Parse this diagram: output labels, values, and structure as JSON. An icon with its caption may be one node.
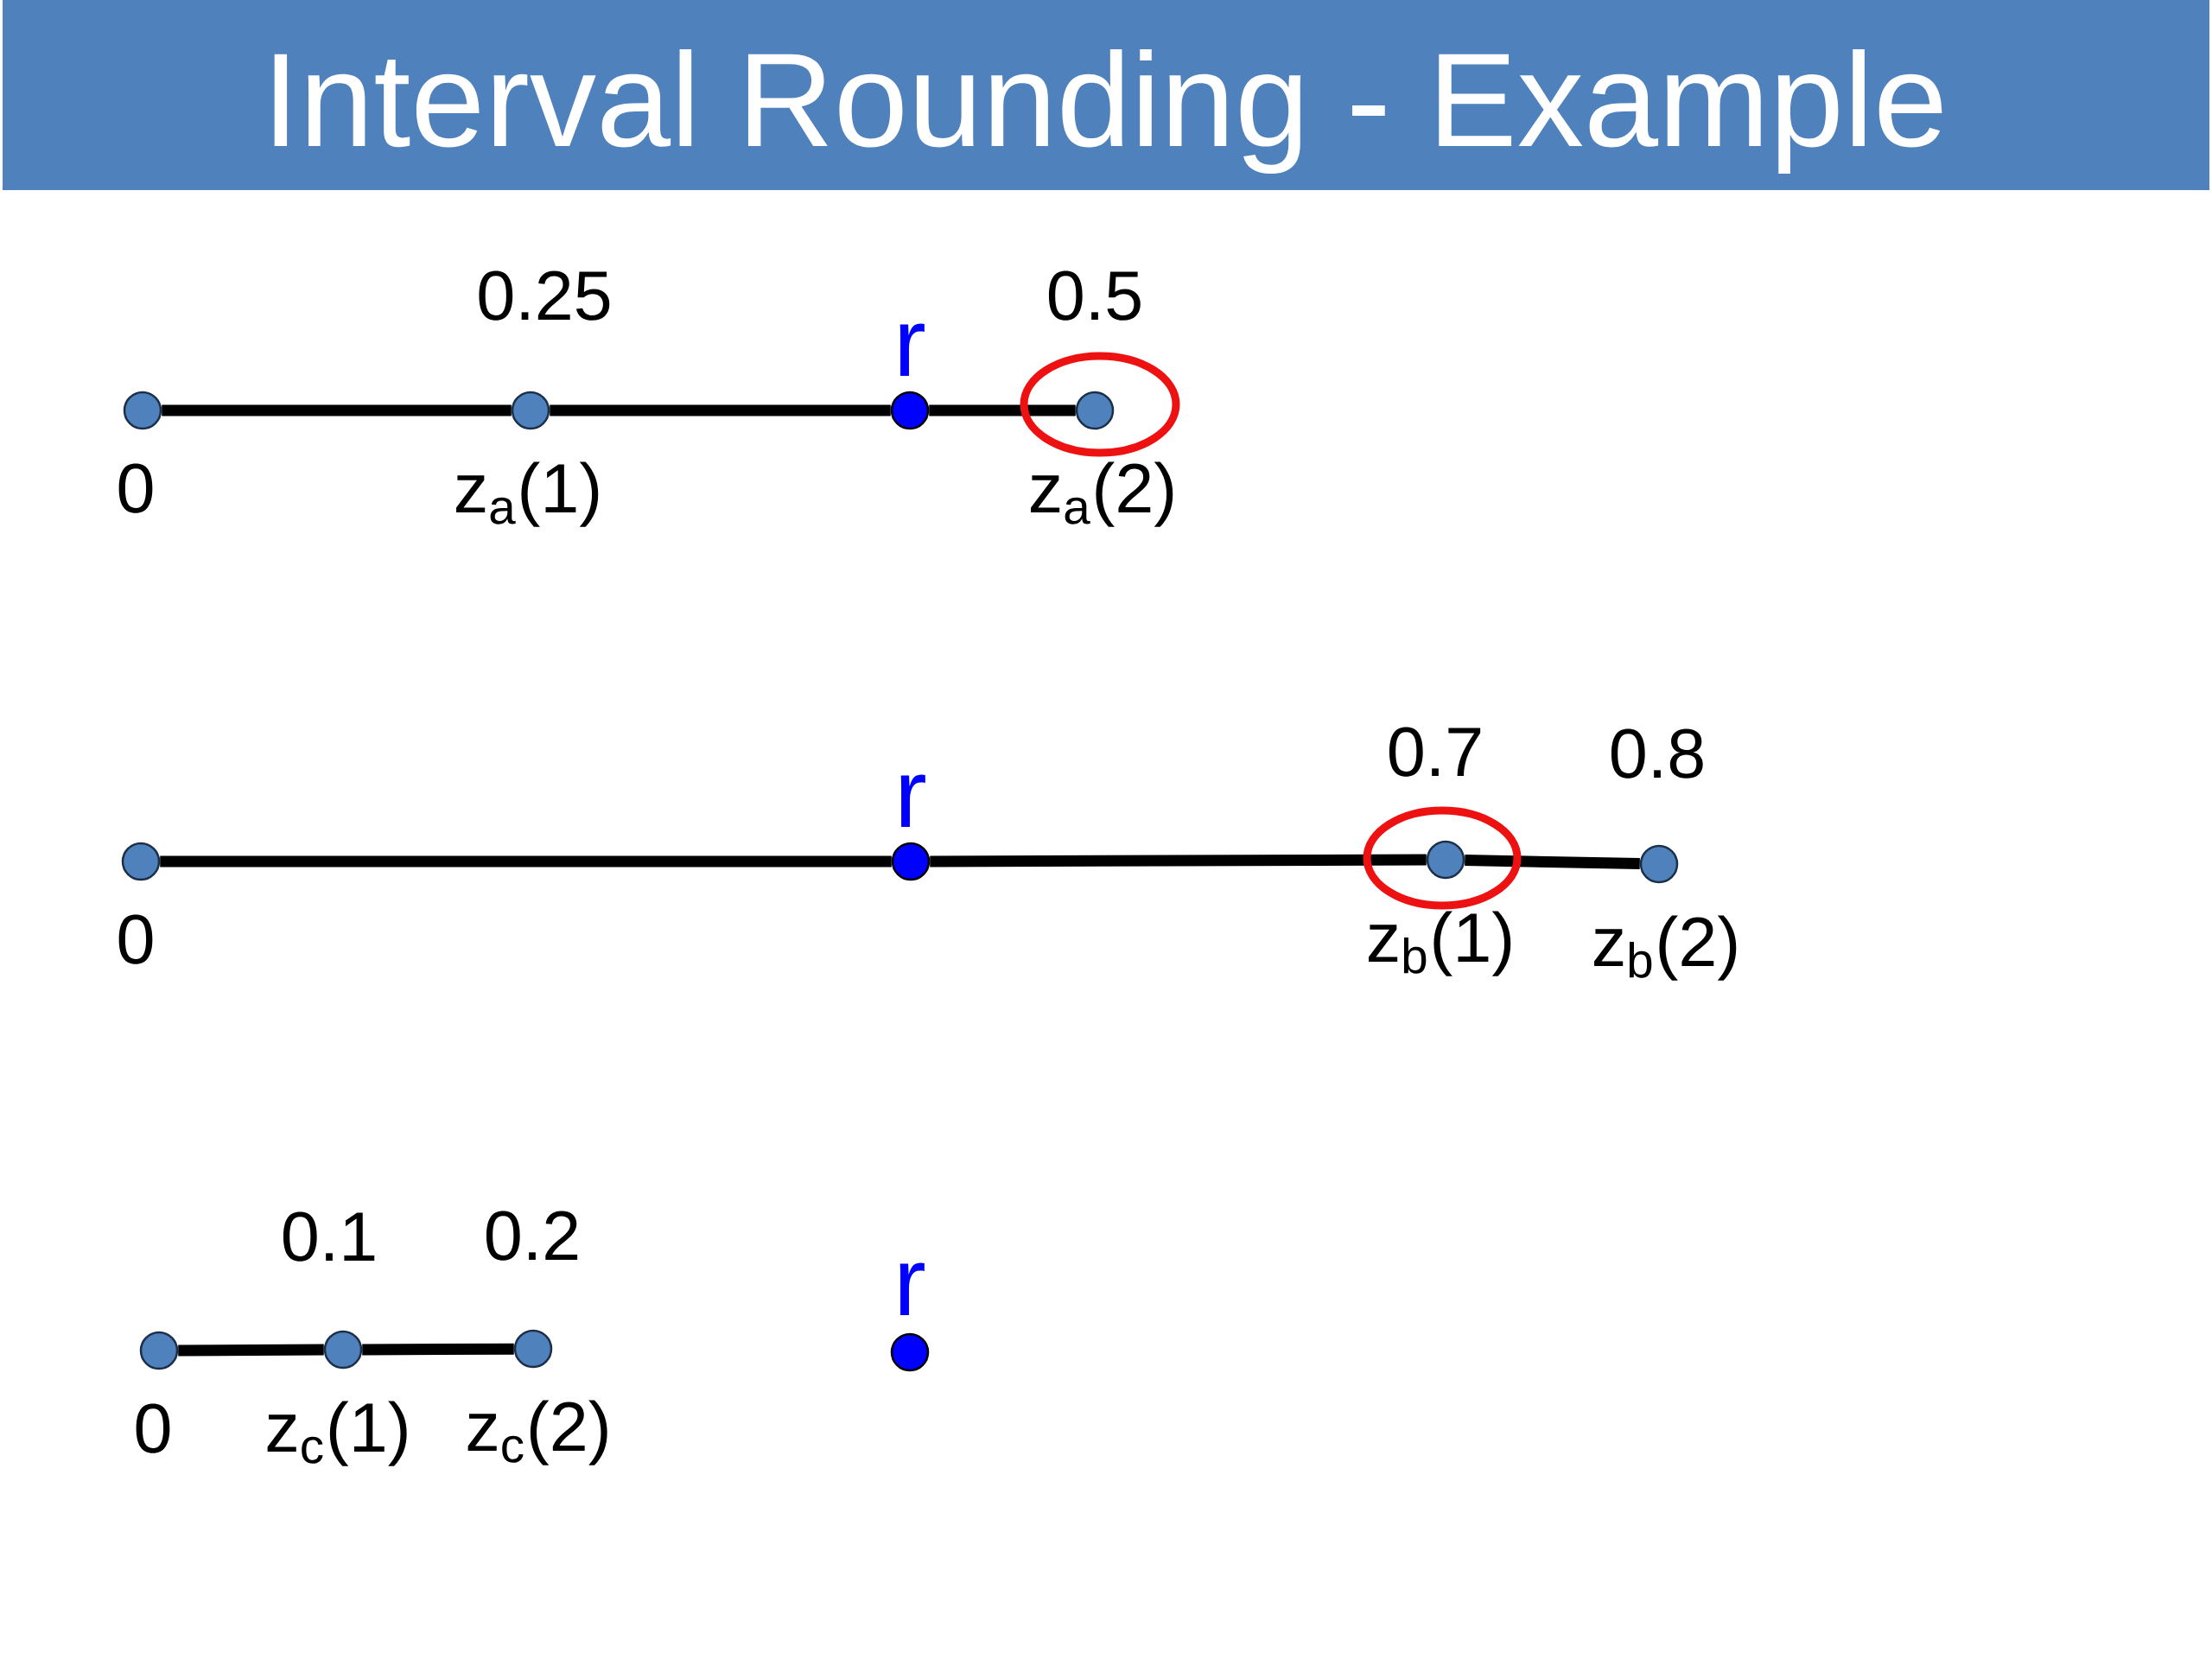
{
  "diagram": {
    "title": "Interval Rounding - Example",
    "nodes": [
      {
        "text": [],
        "shape": "circle",
        "beside": [
          "0"
        ]
      },
      {
        "text": [],
        "shape": "circle",
        "beside": [
          "0.25",
          "z$_{a}$(1)"
        ]
      },
      {
        "text": [],
        "shape": "circle",
        "beside": [
          "r"
        ]
      },
      {
        "text": [],
        "shape": "circle",
        "beside": [
          "0.5",
          "z$_{a}$(2)"
        ]
      },
      {
        "text": [],
        "shape": "circle",
        "beside": [
          "0"
        ]
      },
      {
        "text": [],
        "shape": "circle",
        "beside": [
          "r"
        ]
      },
      {
        "text": [],
        "shape": "circle",
        "beside": [
          "0.7",
          "z$_{b}$(1)"
        ]
      },
      {
        "text": [],
        "shape": "circle",
        "beside": [
          "0.8",
          "z$_{b}$(2)"
        ]
      },
      {
        "text": [],
        "shape": "circle",
        "beside": [
          "0"
        ]
      },
      {
        "text": [],
        "shape": "circle",
        "beside": [
          "0.1",
          "z$_{c}$(1)"
        ]
      },
      {
        "text": [],
        "shape": "circle",
        "beside": [
          "0.2",
          "z$_{c}$(2)"
        ]
      },
      {
        "text": [],
        "shape": "circle",
        "beside": [
          "r"
        ]
      }
    ],
    "edges": [
      {
        "from": 0,
        "to": 1,
        "arrow": "none"
      },
      {
        "from": 1,
        "to": 2,
        "arrow": "none"
      },
      {
        "from": 2,
        "to": 3,
        "arrow": "none"
      },
      {
        "from": 4,
        "to": 5,
        "arrow": "none"
      },
      {
        "from": 5,
        "to": 6,
        "arrow": "none"
      },
      {
        "from": 6,
        "to": 7,
        "arrow": "none"
      },
      {
        "from": 8,
        "to": 9,
        "arrow": "none"
      },
      {
        "from": 9,
        "to": 10,
        "arrow": "none"
      }
    ]
  }
}
